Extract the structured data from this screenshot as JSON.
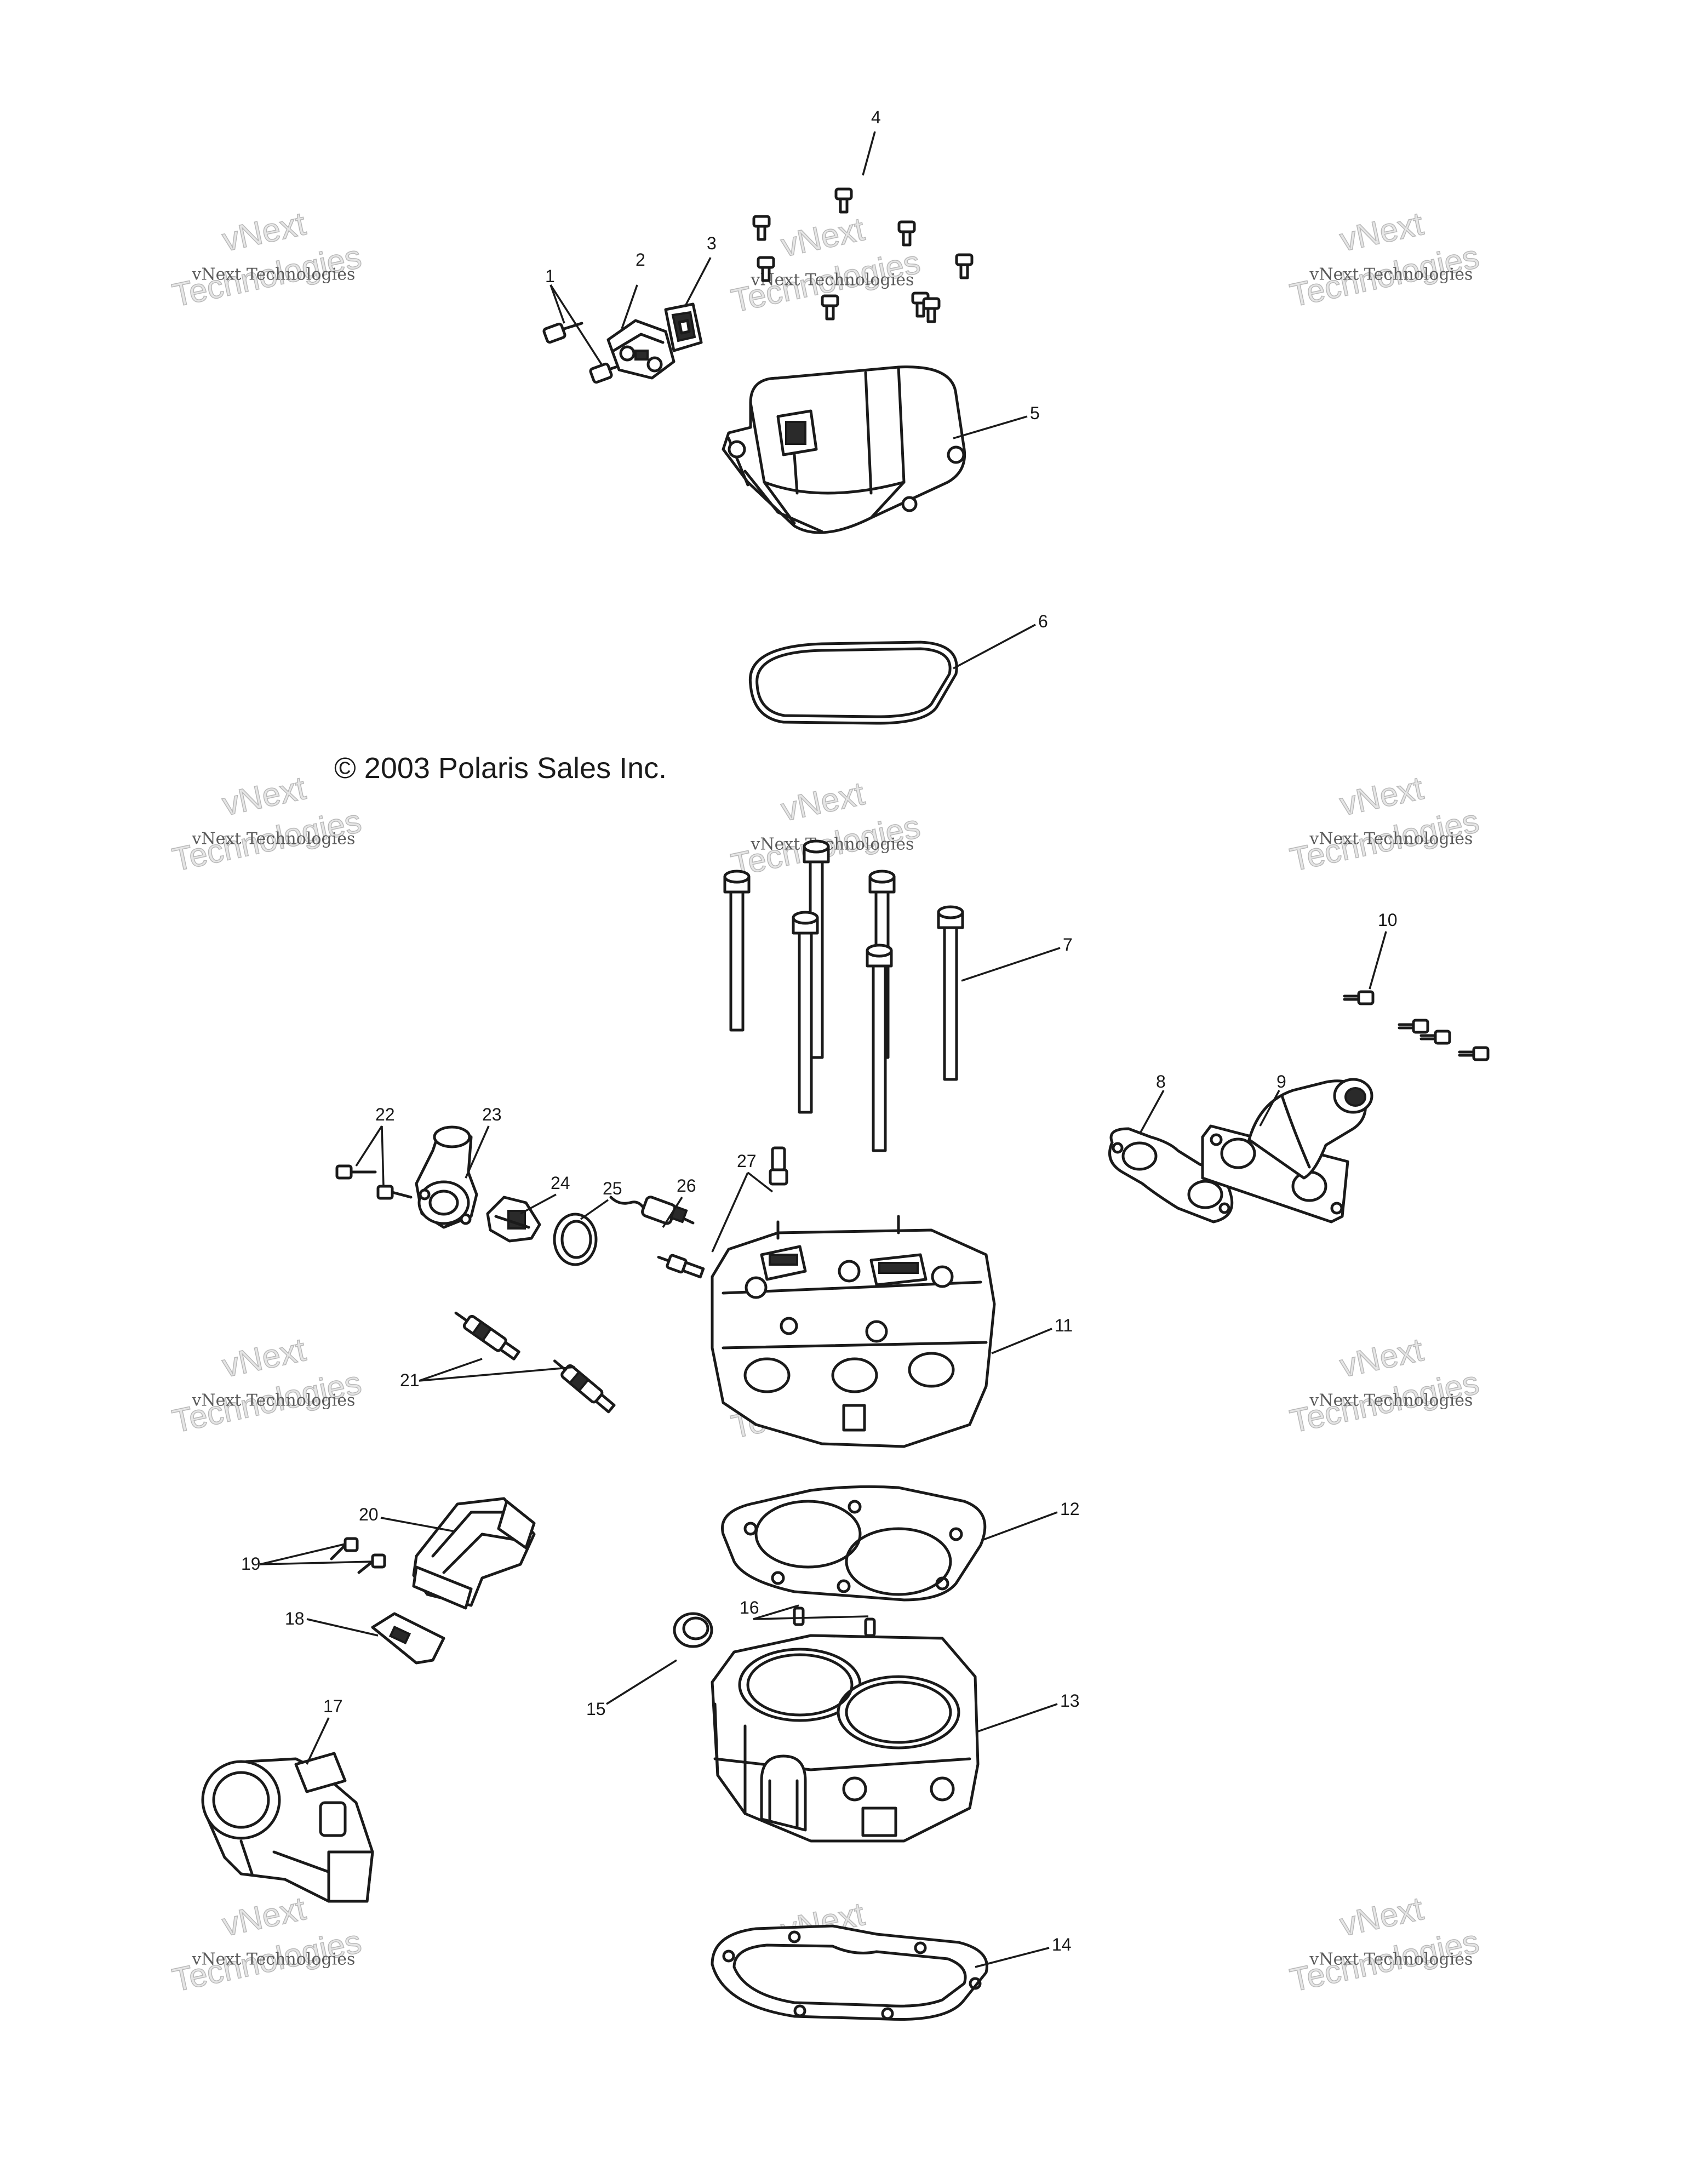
{
  "copyright": "© 2003 Polaris Sales Inc.",
  "watermark": {
    "small_text": "vNext Technologies",
    "line1": "vNext",
    "line2": "Technologies"
  },
  "callouts": [
    "1",
    "2",
    "3",
    "4",
    "5",
    "6",
    "7",
    "8",
    "9",
    "10",
    "11",
    "12",
    "13",
    "14",
    "15",
    "16",
    "17",
    "18",
    "19",
    "20",
    "21",
    "22",
    "23",
    "24",
    "25",
    "26",
    "27"
  ]
}
